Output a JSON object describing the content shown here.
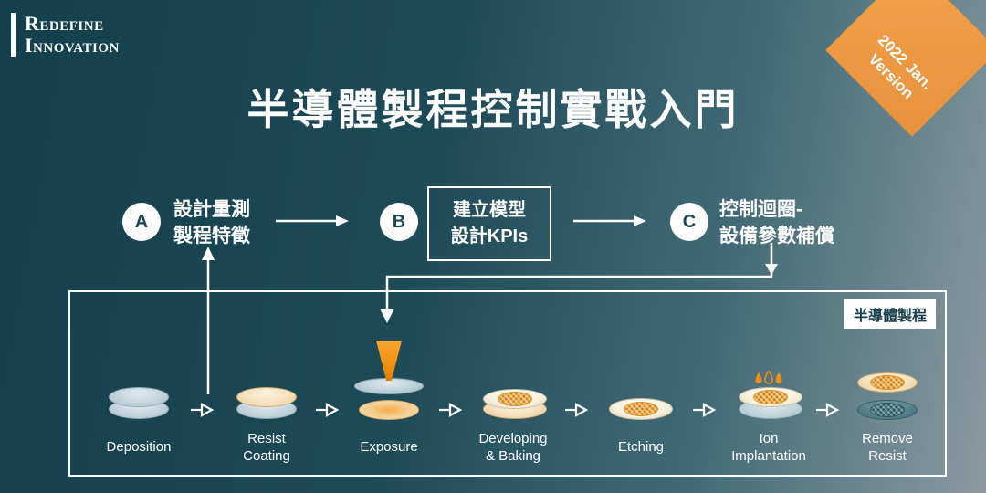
{
  "logo": {
    "line1": "Redefine",
    "line2": "Innovation"
  },
  "badge": {
    "text": "2022 Jan.\nVersion"
  },
  "title": "半導體製程控制實戰入門",
  "flow": {
    "a": {
      "letter": "A",
      "label": "設計量測\n製程特徵"
    },
    "b": {
      "letter": "B",
      "box_label": "建立模型\n設計KPIs"
    },
    "c": {
      "letter": "C",
      "label": "控制迴圈-\n設備參數補償"
    }
  },
  "process": {
    "box_label": "半導體製程",
    "steps": [
      {
        "name": "deposition",
        "label": "Deposition"
      },
      {
        "name": "resist-coating",
        "label": "Resist\nCoating"
      },
      {
        "name": "exposure",
        "label": "Exposure"
      },
      {
        "name": "developing-baking",
        "label": "Developing\n& Baking"
      },
      {
        "name": "etching",
        "label": "Etching"
      },
      {
        "name": "ion-implantation",
        "label": "Ion\nImplantation"
      },
      {
        "name": "remove-resist",
        "label": "Remove\nResist"
      }
    ]
  },
  "colors": {
    "accent_orange": "#EE9636",
    "background_dark": "#16434F",
    "background_light": "#8F9EA3",
    "wafer_blue": "#C2D5DC",
    "wafer_cream": "#F4DFBC",
    "hatch_orange": "#F0A93F",
    "wafer_teal": "#54808A"
  }
}
